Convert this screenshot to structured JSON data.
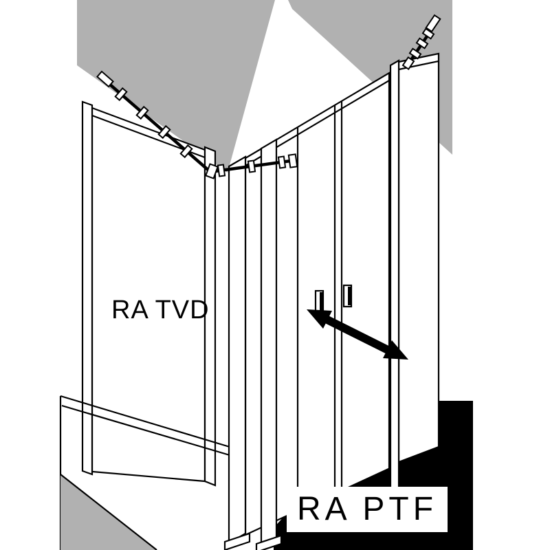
{
  "labels": {
    "side_panel": "RA TVD",
    "swing_door": "RA PTF"
  },
  "icons": {
    "swing_direction_arrow": "diagonal-double-headed-arrow"
  },
  "colors": {
    "wall_gray": "#b1b1b1",
    "line_black": "#000000",
    "paper_white": "#ffffff"
  }
}
